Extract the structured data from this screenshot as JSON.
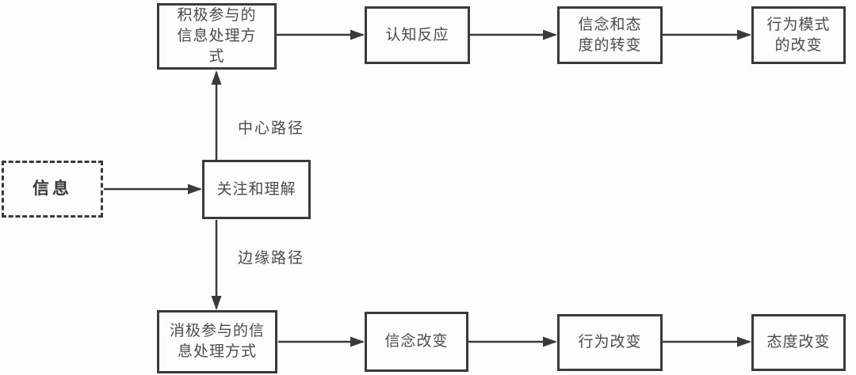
{
  "colors": {
    "background": "#fdfdfd",
    "line": "#3a3a3a",
    "text": "#4b4b4b"
  },
  "nodes": {
    "info": {
      "label": "信息"
    },
    "attention": {
      "label": "关注和理解"
    },
    "active_processing": {
      "label": "积极参与的\n信息处理方\n式"
    },
    "cognitive_response": {
      "label": "认知反应"
    },
    "belief_attitude_shift": {
      "label": "信念和态\n度的转变"
    },
    "behavior_pattern_change": {
      "label": "行为模式\n的改变"
    },
    "passive_processing": {
      "label": "消极参与的信\n息处理方式"
    },
    "belief_change": {
      "label": "信念改变"
    },
    "behavior_change": {
      "label": "行为改变"
    },
    "attitude_change": {
      "label": "态度改变"
    }
  },
  "edge_labels": {
    "central_route": "中心路径",
    "peripheral_route": "边缘路径"
  }
}
